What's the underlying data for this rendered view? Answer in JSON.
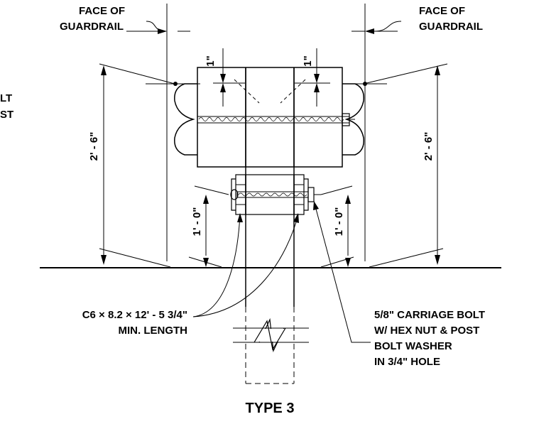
{
  "labels": {
    "face_left_1": "FACE OF",
    "face_left_2": "GUARDRAIL",
    "face_right_1": "FACE OF",
    "face_right_2": "GUARDRAIL",
    "bolt_partial_1": "LT",
    "bolt_partial_2": "ST",
    "dim_offset_left": "1\"",
    "dim_offset_right": "1\"",
    "dim_height_left": "2' - 6\"",
    "dim_height_right": "2' - 6\"",
    "dim_block_left": "1' - 0\"",
    "dim_block_right": "1' - 0\"",
    "channel_1": "C6 × 8.2  × 12' - 5 3/4\"",
    "channel_2": "MIN. LENGTH",
    "bolt_1": "5/8\" CARRIAGE BOLT",
    "bolt_2": "W/ HEX NUT & POST",
    "bolt_3": "BOLT WASHER",
    "bolt_4": "IN 3/4\" HOLE",
    "title": "TYPE 3"
  }
}
